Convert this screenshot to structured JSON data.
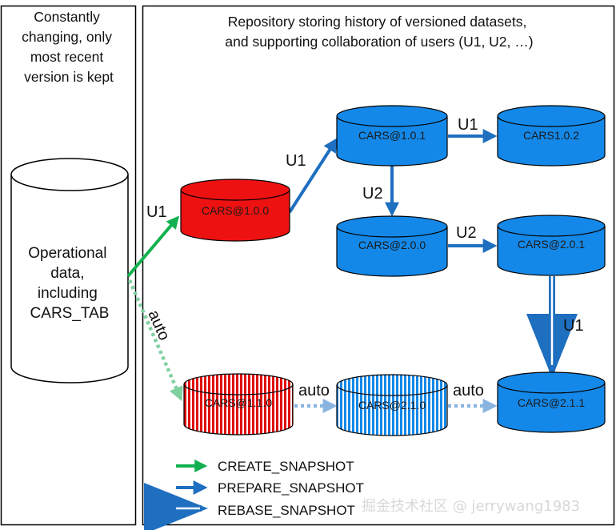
{
  "left_panel": {
    "caption": [
      "Constantly",
      "changing, only",
      "most recent",
      "version is kept"
    ],
    "operational_text": [
      "Operational",
      "data,",
      "including",
      "CARS_TAB"
    ]
  },
  "right_panel": {
    "caption": [
      "Repository storing history of versioned datasets,",
      "and supporting collaboration of users (U1, U2, …)"
    ]
  },
  "nodes": {
    "n100": "CARS@1.0.0",
    "n101": "CARS@1.0.1",
    "n102": "CARS1.0.2",
    "n200": "CARS@2.0.0",
    "n201": "CARS@2.0.1",
    "n110": "CARS@1.1.0",
    "n210": "CARS@2.1.0",
    "n211": "CARS@2.1.1"
  },
  "edge_labels": {
    "op_to_100": "U1",
    "n100_to_101": "U1",
    "n101_to_102": "U1",
    "n101_to_200": "U2",
    "n200_to_201": "U2",
    "n201_to_211": "U1",
    "op_to_110": "auto",
    "n110_to_210": "auto",
    "n210_to_211": "auto"
  },
  "legend": {
    "create": "CREATE_SNAPSHOT",
    "prepare": "PREPARE_SNAPSHOT",
    "rebase": "REBASE_SNAPSHOT"
  },
  "colors": {
    "blue_fill": "#1488e8",
    "blue_arrow": "#1f6fc0",
    "red_fill": "#ee1111",
    "green_arrow": "#12b050",
    "green_dotted": "#80d0a0",
    "blue_dotted": "#8ab4e0"
  },
  "watermark": "掘金技术社区 @ jerrywang1983"
}
